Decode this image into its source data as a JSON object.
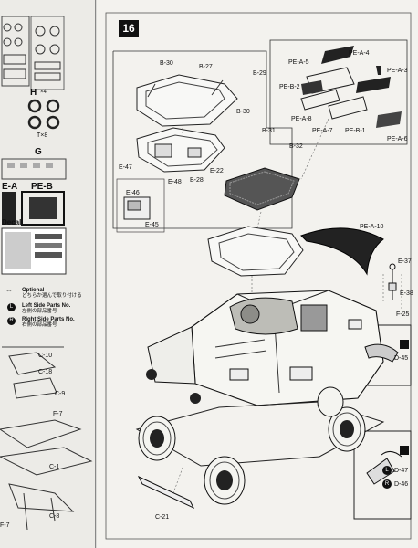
{
  "step_number": "16",
  "left_panel": {
    "runner_h_label": "H",
    "runner_h_count": "×4",
    "tx8_label": "T×8",
    "runner_g_label": "G",
    "pe_a_label": "E-A",
    "pe_b_label": "PE-B",
    "decal_label": "Decal",
    "legend": {
      "optional_title": "Optional",
      "optional_sub": "どちらか選んで取り付ける",
      "left_title": "Left Side Parts No.",
      "left_sub": "左側の部品番号",
      "left_badge": "L",
      "right_title": "Right Side Parts No.",
      "right_sub": "右側の部品番号",
      "right_badge": "R"
    },
    "parts": [
      "C-10",
      "C-18",
      "C-9",
      "F-7",
      "C-1",
      "C-8",
      "F-7"
    ]
  },
  "callouts": {
    "b30_top": "B-30",
    "b27": "B-27",
    "b29": "B-29",
    "b30_mid": "B-30",
    "b31": "B-31",
    "b32": "B-32",
    "e47": "E-47",
    "e22": "E-22",
    "e48": "E-48",
    "b28": "B-28",
    "e46": "E-46",
    "e45": "E-45",
    "pe_a4": "PE-A-4",
    "pe_a5": "PE-A-5",
    "pe_a3": "PE-A-3",
    "pe_b2": "PE-B-2",
    "pe_a8": "PE-A-8",
    "pe_a7": "PE-A-7",
    "pe_b1": "PE-B-1",
    "pe_a6": "PE-A-6",
    "pe_a10": "PE-A-10",
    "e37": "E-37",
    "e38": "E-38",
    "f25": "F-25",
    "d45": "D-45",
    "d47": "D-47",
    "d46": "D-46",
    "c21": "C-21",
    "badge_l": "L",
    "badge_r": "R"
  },
  "colors": {
    "ink": "#111111",
    "paper": "#f3f2ee",
    "margin": "#d9d9d6"
  }
}
